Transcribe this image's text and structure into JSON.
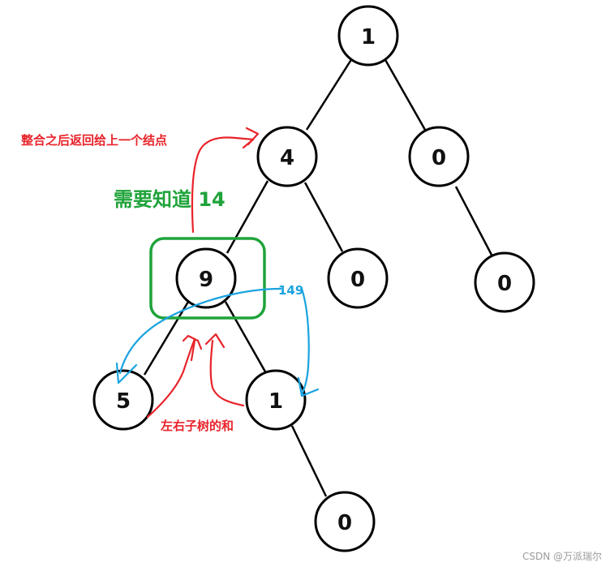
{
  "tree": {
    "nodes": [
      {
        "id": "root",
        "label": "1"
      },
      {
        "id": "n4",
        "label": "4"
      },
      {
        "id": "n0-right",
        "label": "0"
      },
      {
        "id": "n9",
        "label": "9"
      },
      {
        "id": "n0-mid",
        "label": "0"
      },
      {
        "id": "n0-right-child",
        "label": "0"
      },
      {
        "id": "n5",
        "label": "5"
      },
      {
        "id": "n1",
        "label": "1"
      },
      {
        "id": "n0-bottom",
        "label": "0"
      }
    ]
  },
  "annotations": {
    "return_to_parent": "整合之后返回给上一个结点",
    "need_to_know": "需要知道 14",
    "sum_value": "149",
    "children_sum": "左右子树的和"
  },
  "watermark": "CSDN @万派瑞尔",
  "colors": {
    "red": "#e8232a",
    "green": "#1fa33a",
    "blue": "#1aa3e0"
  }
}
